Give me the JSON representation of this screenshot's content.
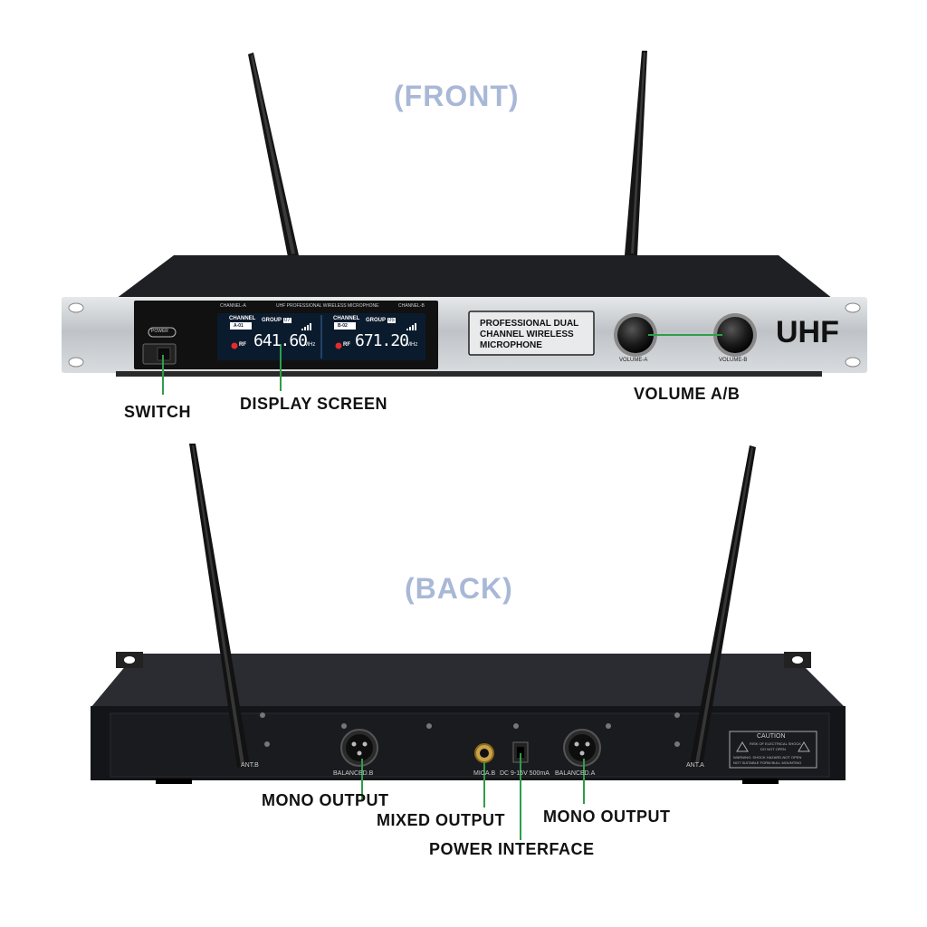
{
  "front": {
    "title": "(FRONT)",
    "brand": "UHF",
    "channel_a_tag": "CHANNEL-A",
    "channel_b_tag": "CHANNEL-B",
    "banner": "UHF PROFESSIONAL WIRELESS MICROPHONE",
    "power_label": "POWER",
    "panel_label_lines": [
      "PROFESSIONAL DUAL",
      "CHANNEL WIRELESS",
      "MICROPHONE"
    ],
    "knob_a_label": "VOLUME-A",
    "knob_b_label": "VOLUME-B",
    "display": {
      "a": {
        "channel_label": "CHANNEL",
        "channel_id": "A-01",
        "group_label": "GROUP",
        "group_value": "07",
        "rf_label": "RF",
        "frequency": "641.60",
        "unit": "MHz"
      },
      "b": {
        "channel_label": "CHANNEL",
        "channel_id": "B-02",
        "group_label": "GROUP",
        "group_value": "05",
        "rf_label": "RF",
        "frequency": "671.20",
        "unit": "MHz"
      }
    },
    "callouts": {
      "switch": "SWITCH",
      "display": "DISPLAY SCREEN",
      "volume": "VOLUME A/B"
    }
  },
  "back": {
    "title": "(BACK)",
    "port_labels": {
      "balanced_b": "BALANCED.B",
      "mic_ab": "MICA.B",
      "dc": "DC 9-15V 500mA",
      "balanced_a": "BALANCED.A",
      "ant_b": "ANT.B",
      "ant_a": "ANT.A"
    },
    "caution": {
      "title": "CAUTION",
      "line1": "RISK OF ELECTRICAL SHOCK",
      "line2": "DO NOT OPEN",
      "warning": "WARNING: SHOCK HAZARD-NOT OPEN",
      "warning2": "NOT SUITABLE FORM BULL MOUNTING"
    },
    "callouts": {
      "mono_b": "MONO OUTPUT",
      "mixed": "MIXED OUTPUT",
      "mono_a": "MONO OUTPUT",
      "power": "POWER INTERFACE"
    }
  },
  "colors": {
    "section_title": "#a8b8d6",
    "leader_line": "#2e9e4a",
    "chassis": "#1a1b1f",
    "faceplate": "#c9ccd0"
  }
}
